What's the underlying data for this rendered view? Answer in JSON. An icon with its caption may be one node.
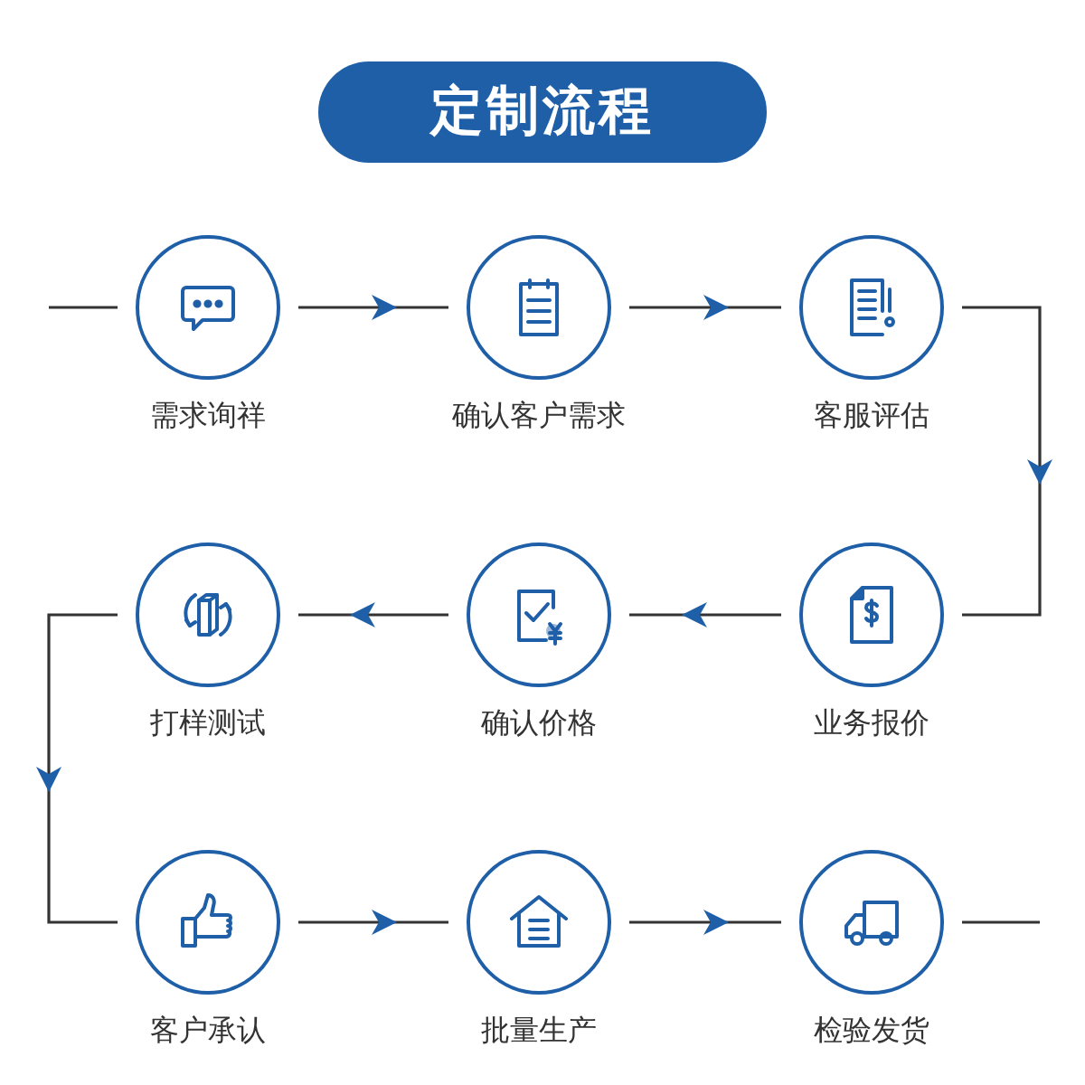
{
  "diagram": {
    "title": "定制流程",
    "nodes": [
      {
        "text": [
          "需求询祥"
        ]
      },
      {
        "text": [
          "确认客户需求"
        ]
      },
      {
        "text": [
          "客服评估"
        ]
      },
      {
        "text": [
          "业务报价"
        ]
      },
      {
        "text": [
          "确认价格"
        ]
      },
      {
        "text": [
          "打样测试"
        ]
      },
      {
        "text": [
          "客户承认"
        ]
      },
      {
        "text": [
          "批量生产"
        ]
      },
      {
        "text": [
          "检验发货"
        ]
      }
    ],
    "edges": [
      {
        "from": null,
        "to": 0,
        "arrow": "none"
      },
      {
        "from": 0,
        "to": 1,
        "arrow": "to"
      },
      {
        "from": 1,
        "to": 2,
        "arrow": "to"
      },
      {
        "from": 2,
        "to": 3,
        "arrow": "to"
      },
      {
        "from": 3,
        "to": 4,
        "arrow": "to"
      },
      {
        "from": 4,
        "to": 5,
        "arrow": "to"
      },
      {
        "from": 5,
        "to": 6,
        "arrow": "to"
      },
      {
        "from": 6,
        "to": 7,
        "arrow": "to"
      },
      {
        "from": 7,
        "to": 8,
        "arrow": "to"
      },
      {
        "from": 8,
        "to": null,
        "arrow": "none"
      }
    ]
  }
}
